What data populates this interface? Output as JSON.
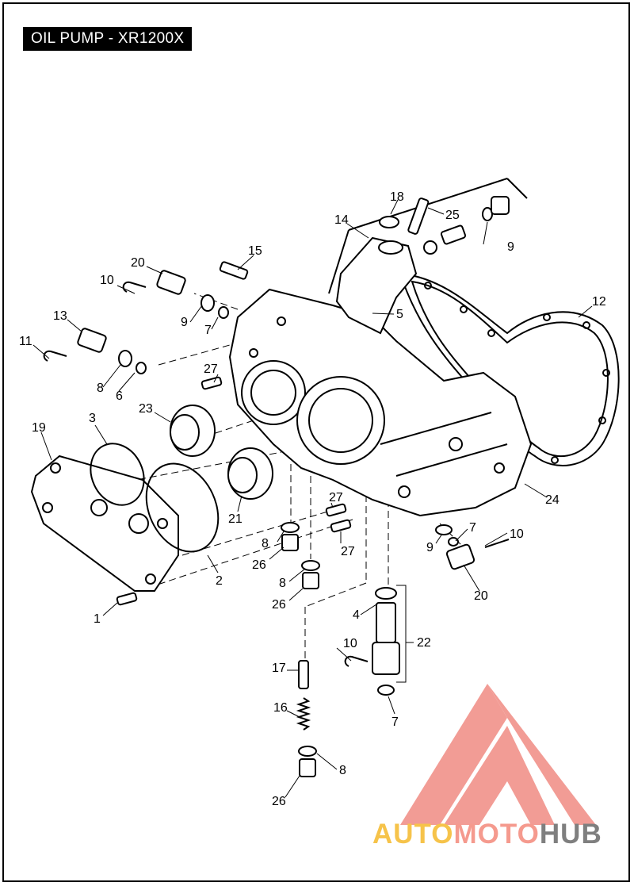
{
  "title": "OIL PUMP - XR1200X",
  "callouts": [
    "1",
    "2",
    "3",
    "4",
    "5",
    "6",
    "7",
    "7",
    "7",
    "8",
    "8",
    "8",
    "8",
    "9",
    "9",
    "9",
    "10",
    "10",
    "10",
    "11",
    "12",
    "13",
    "14",
    "15",
    "16",
    "17",
    "18",
    "19",
    "20",
    "20",
    "21",
    "22",
    "23",
    "24",
    "25",
    "26",
    "26",
    "26",
    "27",
    "27",
    "27"
  ],
  "watermark": {
    "part1": "AUTO",
    "part2": "MOTO",
    "part3": "HUB"
  },
  "colors": {
    "watermark_red": "#f08b83",
    "watermark_yellow": "#f6c34a",
    "watermark_gray": "#7f7f7f"
  }
}
